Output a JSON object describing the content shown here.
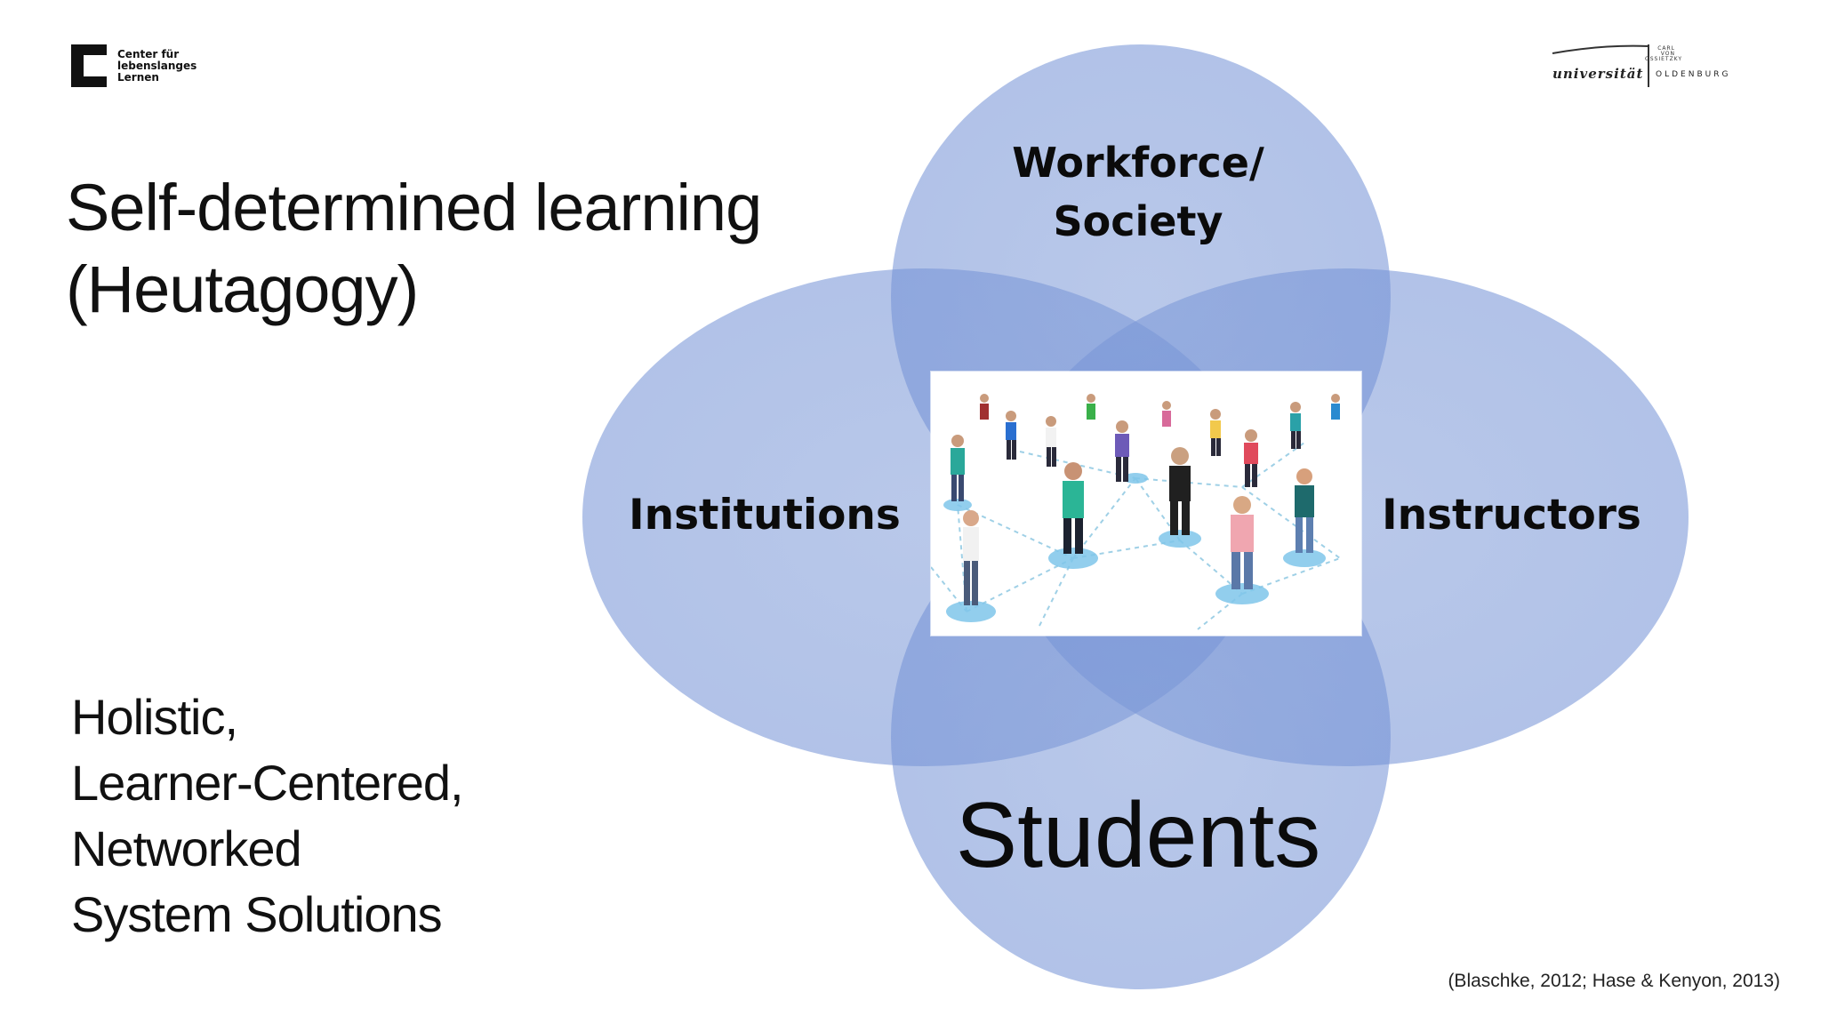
{
  "logo_left": {
    "lines": [
      "Center für",
      "lebenslanges",
      "Lernen"
    ]
  },
  "logo_right": {
    "small_lines": [
      "CARL",
      "VON",
      "OSSIETZKY"
    ],
    "word": "universität",
    "city": "OLDENBURG"
  },
  "title": {
    "line1": "Self-determined learning",
    "line2": "(Heutagogy)"
  },
  "subtitle": {
    "lines": [
      "Holistic,",
      "Learner-Centered,",
      "Networked",
      "System Solutions"
    ]
  },
  "diagram": {
    "top": [
      "Workforce/",
      "Society"
    ],
    "left": "Institutions",
    "right": "Instructors",
    "bottom": "Students",
    "circle_color": "#5b7fcf",
    "circle_fill_color": "#8fa8dd"
  },
  "citation": "(Blaschke, 2012; Hase & Kenyon, 2013)"
}
